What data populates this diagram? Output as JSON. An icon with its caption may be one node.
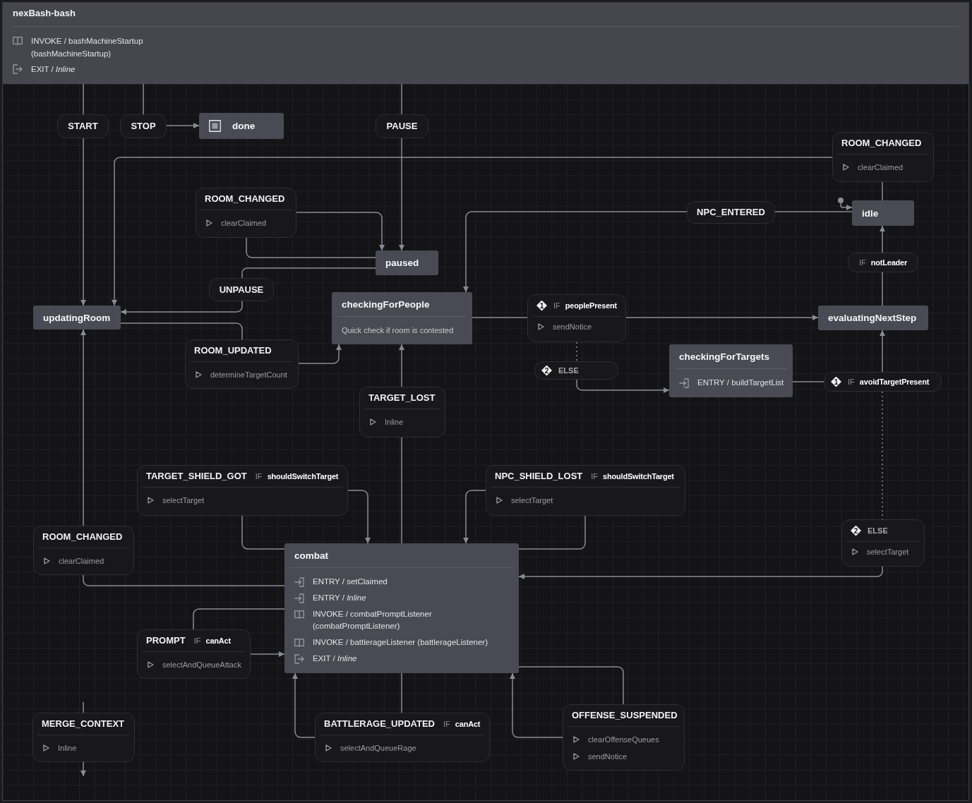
{
  "diagram": {
    "nodes": [
      {
        "text": [
          "nexBash-bash",
          "INVOKE / bashMachineStartup (bashMachineStartup)",
          "EXIT / *Inline*"
        ]
      },
      {
        "text": [
          "START"
        ],
        "in": 0
      },
      {
        "text": [
          "STOP"
        ],
        "in": 0
      },
      {
        "text": [
          "done"
        ],
        "in": 0
      },
      {
        "text": [
          "PAUSE"
        ],
        "in": 0
      },
      {
        "text": [
          "ROOM_CHANGED",
          "clearClaimed"
        ],
        "in": 0
      },
      {
        "text": [
          "ROOM_CHANGED",
          "clearClaimed"
        ],
        "in": 0
      },
      {
        "text": [
          "NPC_ENTERED"
        ],
        "in": 0
      },
      {
        "text": [],
        "shape": "circle",
        "in": 0
      },
      {
        "text": [
          "idle"
        ],
        "in": 0
      },
      {
        "text": [
          "paused"
        ],
        "in": 0
      },
      {
        "text": [
          "UNPAUSE"
        ],
        "in": 0
      },
      {
        "text": [
          "IF **notLeader**"
        ],
        "in": 0
      },
      {
        "text": [
          "checkingForPeople",
          "Quick check if room is contested"
        ],
        "in": 0
      },
      {
        "text": [
          "updatingRoom"
        ],
        "in": 0
      },
      {
        "text": [
          "1",
          "IF **peoplePresent**",
          "sendNotice"
        ],
        "in": 0
      },
      {
        "text": [
          "evaluatingNextStep"
        ],
        "in": 0
      },
      {
        "text": [
          "ROOM_UPDATED",
          "determineTargetCount"
        ],
        "in": 0
      },
      {
        "text": [
          "checkingForTargets",
          "ENTRY / buildTargetList"
        ],
        "in": 0
      },
      {
        "text": [
          "2",
          "ELSE"
        ],
        "in": 0
      },
      {
        "text": [
          "1",
          "IF **avoidTargetPresent**"
        ],
        "in": 0
      },
      {
        "text": [
          "TARGET_LOST",
          "Inline"
        ],
        "in": 0
      },
      {
        "text": [
          "TARGET_SHIELD_GOT",
          "IF **shouldSwitchTarget**",
          "selectTarget"
        ],
        "in": 0
      },
      {
        "text": [
          "NPC_SHIELD_LOST",
          "IF **shouldSwitchTarget**",
          "selectTarget"
        ],
        "in": 0
      },
      {
        "text": [
          "2",
          "ELSE",
          "selectTarget"
        ],
        "in": 0
      },
      {
        "text": [
          "ROOM_CHANGED",
          "clearClaimed"
        ],
        "in": 0
      },
      {
        "text": [
          "combat",
          "ENTRY / setClaimed",
          "ENTRY / *Inline*",
          "INVOKE / combatPromptListener (combatPromptListener)",
          "INVOKE / battlerageListener (battlerageListener)",
          "EXIT / *Inline*"
        ],
        "in": 0
      },
      {
        "text": [
          "PROMPT",
          "IF **canAct**",
          "selectAndQueueAttack"
        ],
        "in": 0
      },
      {
        "text": [
          "MERGE_CONTEXT",
          "Inline"
        ],
        "in": 0
      },
      {
        "text": [
          "BATTLERAGE_UPDATED",
          "IF **canAct**",
          "selectAndQueueRage"
        ],
        "in": 0
      },
      {
        "text": [
          "OFFENSE_SUSPENDED",
          "clearOffenseQueues",
          "sendNotice"
        ],
        "in": 0
      }
    ],
    "edges": [
      {
        "from": 0,
        "to": 1,
        "arrow": "none"
      },
      {
        "from": 1,
        "to": 14,
        "arrow": "to"
      },
      {
        "from": 0,
        "to": 2,
        "arrow": "none"
      },
      {
        "from": 2,
        "to": 3,
        "arrow": "to"
      },
      {
        "from": 0,
        "to": 4,
        "arrow": "none"
      },
      {
        "from": 4,
        "to": 10,
        "arrow": "to"
      },
      {
        "from": 9,
        "to": 5,
        "arrow": "none"
      },
      {
        "from": 5,
        "to": 14,
        "arrow": "to"
      },
      {
        "from": 10,
        "to": 6,
        "arrow": "none"
      },
      {
        "from": 6,
        "to": 10,
        "arrow": "to"
      },
      {
        "from": 9,
        "to": 7,
        "arrow": "none"
      },
      {
        "from": 7,
        "to": 13,
        "arrow": "to"
      },
      {
        "from": 8,
        "to": 9,
        "arrow": "to"
      },
      {
        "from": 10,
        "to": 11,
        "arrow": "none"
      },
      {
        "from": 11,
        "to": 14,
        "arrow": "to"
      },
      {
        "from": 16,
        "to": 12,
        "arrow": "none"
      },
      {
        "from": 12,
        "to": 9,
        "arrow": "to"
      },
      {
        "from": 14,
        "to": 17,
        "arrow": "none"
      },
      {
        "from": 17,
        "to": 13,
        "arrow": "to"
      },
      {
        "from": 13,
        "to": 15,
        "arrow": "none"
      },
      {
        "from": 15,
        "to": 16,
        "arrow": "to"
      },
      {
        "from": 15,
        "to": 19,
        "arrow": "none",
        "style": "dashed"
      },
      {
        "from": 19,
        "to": 18,
        "arrow": "to"
      },
      {
        "from": 18,
        "to": 20,
        "arrow": "none"
      },
      {
        "from": 20,
        "to": 16,
        "arrow": "to"
      },
      {
        "from": 20,
        "to": 24,
        "arrow": "none",
        "style": "dashed"
      },
      {
        "from": 24,
        "to": 26,
        "arrow": "to"
      },
      {
        "from": 26,
        "to": 21,
        "arrow": "none"
      },
      {
        "from": 21,
        "to": 13,
        "arrow": "to"
      },
      {
        "from": 26,
        "to": 22,
        "arrow": "none"
      },
      {
        "from": 22,
        "to": 26,
        "arrow": "to"
      },
      {
        "from": 26,
        "to": 23,
        "arrow": "none"
      },
      {
        "from": 23,
        "to": 26,
        "arrow": "to"
      },
      {
        "from": 26,
        "to": 25,
        "arrow": "none"
      },
      {
        "from": 25,
        "to": 14,
        "arrow": "to"
      },
      {
        "from": 26,
        "to": 27,
        "arrow": "none"
      },
      {
        "from": 27,
        "to": 26,
        "arrow": "to"
      },
      {
        "from": null,
        "to": 28,
        "arrow": "none"
      },
      {
        "from": 28,
        "to": null,
        "arrow": "to"
      },
      {
        "from": 26,
        "to": 29,
        "arrow": "none"
      },
      {
        "from": 29,
        "to": 26,
        "arrow": "to"
      },
      {
        "from": 26,
        "to": 30,
        "arrow": "none"
      },
      {
        "from": 30,
        "to": 26,
        "arrow": "to"
      }
    ]
  }
}
